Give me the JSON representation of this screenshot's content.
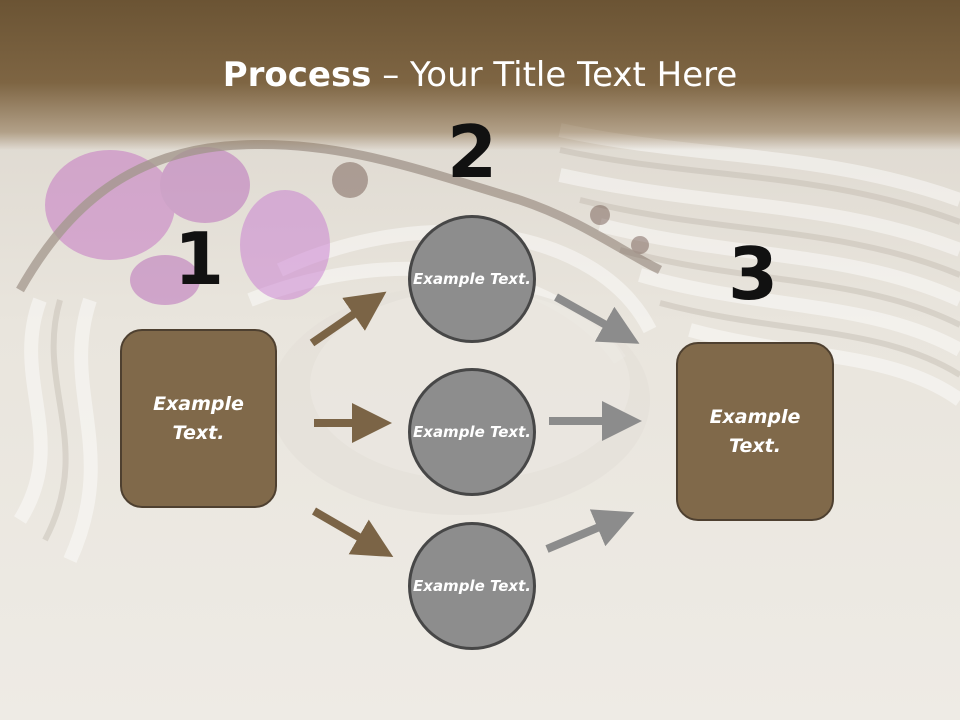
{
  "title": {
    "strong": "Process",
    "rest": " – Your Title Text Here"
  },
  "steps": [
    {
      "number": "1",
      "text": "Example Text."
    },
    {
      "number": "2"
    },
    {
      "number": "3",
      "text": "Example Text."
    }
  ],
  "circles": [
    {
      "text": "Example Text."
    },
    {
      "text": "Example Text."
    },
    {
      "text": "Example Text."
    }
  ],
  "colors": {
    "title_bar": "#7e6543",
    "box_fill": "#80694a",
    "circle_fill": "#8d8d8d",
    "arrow_brown": "#7b6446",
    "arrow_gray": "#8c8c8c"
  }
}
